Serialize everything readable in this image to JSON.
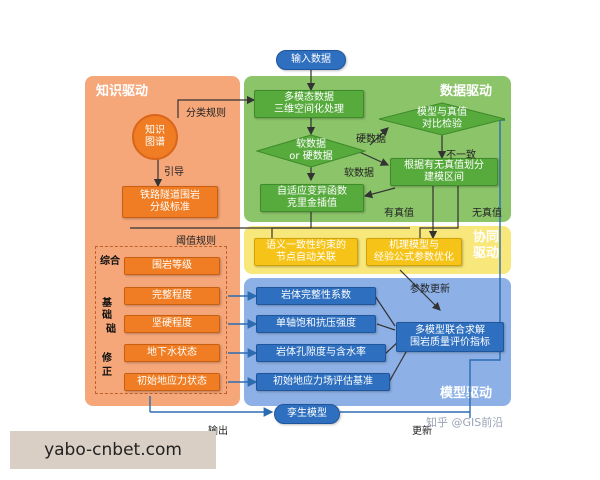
{
  "input_box": "输入数据",
  "panels": {
    "knowledge": "知识驱动",
    "data": "数据驱动",
    "collab": "协同\n驱动",
    "model": "模型驱动"
  },
  "knowledge": {
    "circle": "知识\n图谱",
    "standard": "铁路隧道围岩\n分级标准",
    "side_labels": [
      "综合",
      "基础",
      "础",
      "修正"
    ],
    "items": [
      "围岩等级",
      "完整程度",
      "坚硬程度",
      "地下水状态",
      "初始地应力状态"
    ]
  },
  "data": {
    "process": "多模态数据\n三维空间化处理",
    "decision_soft_hard": "软数据\nor 硬数据",
    "decision_compare": "模型与真值\n对比检验",
    "interval": "根据有无真值划分\n建模区间",
    "kriging": "自适应变异函数\n克里金插值"
  },
  "collab": {
    "left": "语义一致性约束的\n节点自动关联",
    "right": "机理模型与\n经验公式参数优化"
  },
  "model": {
    "items": [
      "岩体完整性系数",
      "单轴饱和抗压强度",
      "岩体孔隙度与含水率",
      "初始地应力场评估基准"
    ],
    "eval": "多模型联合求解\n围岩质量评价指标"
  },
  "twin_box": "孪生模型",
  "edge_labels": {
    "classify": "分类规则",
    "guide": "引导",
    "hard": "硬数据",
    "soft": "软数据",
    "inconsistent": "不一致",
    "has_truth": "有真值",
    "no_truth": "无真值",
    "threshold": "阈值规则",
    "param_update": "参数更新",
    "output": "输出",
    "update": "更新"
  },
  "watermark": "知乎 @GIS前沿",
  "site_text": "yabo-cnbet.com"
}
